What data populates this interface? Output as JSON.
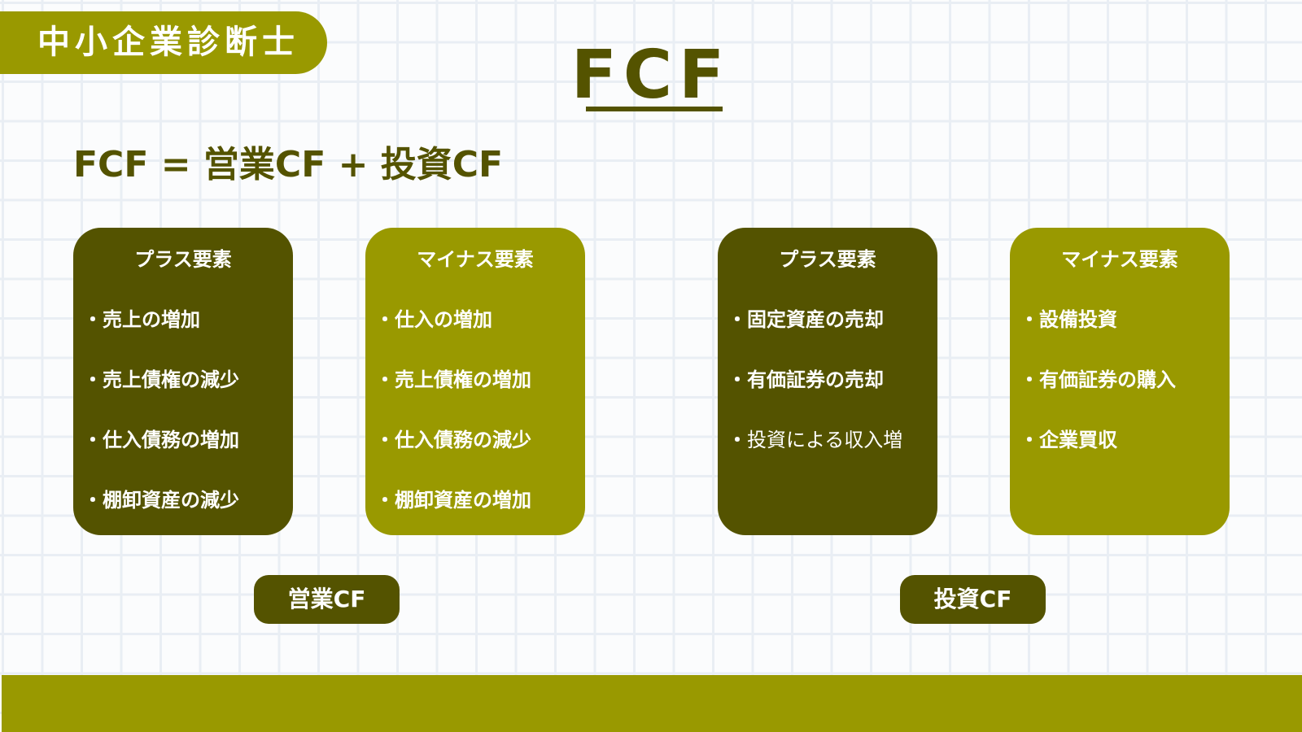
{
  "badge": {
    "label": "中小企業診断士"
  },
  "title": "FCF",
  "formula": "FCF = 営業CF + 投資CF",
  "colors": {
    "dark": "#545300",
    "light": "#999900",
    "text_on_color": "#ffffff"
  },
  "cards": [
    {
      "title": "プラス要素",
      "items": [
        "売上の増加",
        "売上債権の減少",
        "仕入債務の増加",
        "棚卸資産の減少"
      ]
    },
    {
      "title": "マイナス要素",
      "items": [
        "仕入の増加",
        "売上債権の増加",
        "仕入債務の減少",
        "棚卸資産の増加"
      ]
    },
    {
      "title": "プラス要素",
      "items": [
        "固定資産の売却",
        "有価証券の売却",
        "投資による収入増"
      ]
    },
    {
      "title": "マイナス要素",
      "items": [
        "設備投資",
        "有価証券の購入",
        "企業買収"
      ]
    }
  ],
  "labels": {
    "operating": "営業CF",
    "investing": "投資CF"
  }
}
